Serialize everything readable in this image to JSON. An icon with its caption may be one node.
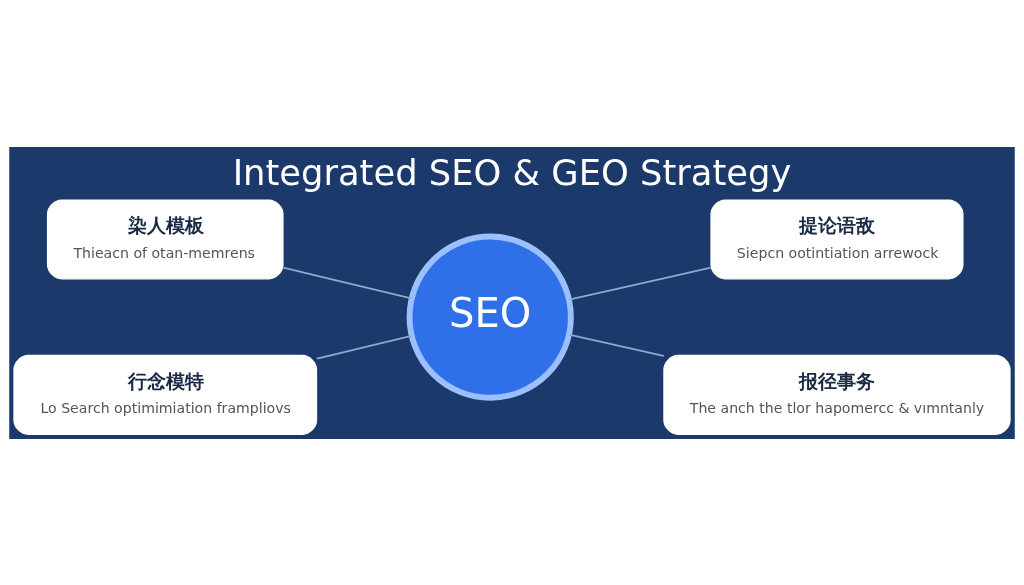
{
  "diagram": {
    "title": "Integrated SEO & GEO Strategy",
    "nodes": [
      {
        "text": [
          "染人模板",
          "Thieacn of otan-memrens"
        ]
      },
      {
        "text": [
          "提论语敌",
          "Siepcn ootintiation arrewock"
        ]
      },
      {
        "text": [
          "SEO"
        ]
      },
      {
        "text": [
          "行念模特",
          "Lo Search optimimiation frampliovs"
        ]
      },
      {
        "text": [
          "报径事务",
          "The anch the tlor hapomercc & vımntanly"
        ]
      }
    ],
    "edges": [
      {
        "from": 0,
        "to": 2,
        "arrow": "none"
      },
      {
        "from": 2,
        "to": 1,
        "arrow": "none"
      },
      {
        "from": 3,
        "to": 2,
        "arrow": "none"
      },
      {
        "from": 2,
        "to": 4,
        "arrow": "none"
      }
    ]
  }
}
